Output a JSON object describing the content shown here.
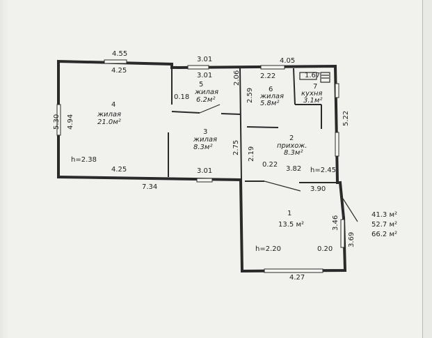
{
  "rooms": [
    {
      "number": "1",
      "area": "13.5 м²"
    },
    {
      "number": "2",
      "name": "прихож.",
      "area": "8.3м²"
    },
    {
      "number": "3",
      "name": "жилая",
      "area": "8.3м²"
    },
    {
      "number": "4",
      "name": "жилая",
      "area": "21.0м²"
    },
    {
      "number": "5",
      "name": "жилая",
      "area": "6.2м²"
    },
    {
      "number": "6",
      "name": "жилая",
      "area": "5.8м²"
    },
    {
      "number": "7",
      "name": "кухня",
      "area": "3.1м²"
    }
  ],
  "dimensions": {
    "top_left_outer": "4.55",
    "top_left_inner": "4.25",
    "top_mid_outer": "3.01",
    "top_mid_inner": "3.01",
    "top_right_outer": "4.05",
    "top_right_inner": "2.22",
    "kitchen_w": "1.67",
    "left_outer": "5.30",
    "left_inner": "4.94",
    "room4_bottom": "4.25",
    "room3_bottom": "3.01",
    "bottom_left": "7.34",
    "right_kitchen": "5.22",
    "wall_018": "0.18",
    "wall_206": "2.06",
    "wall_259": "2.59",
    "wall_275": "2.75",
    "wall_219": "2.19",
    "wall_022": "0.22",
    "width_382": "3.82",
    "width_390": "3.90",
    "h_238": "h=2.38",
    "h_245": "h=2.45",
    "h_220": "h=2.20",
    "room1_020": "0.20",
    "room1_346": "3.46",
    "room1_369": "3.69",
    "bottom_room1": "4.27"
  },
  "totals": [
    "41.3 м²",
    "52.7 м²",
    "66.2 м²"
  ]
}
